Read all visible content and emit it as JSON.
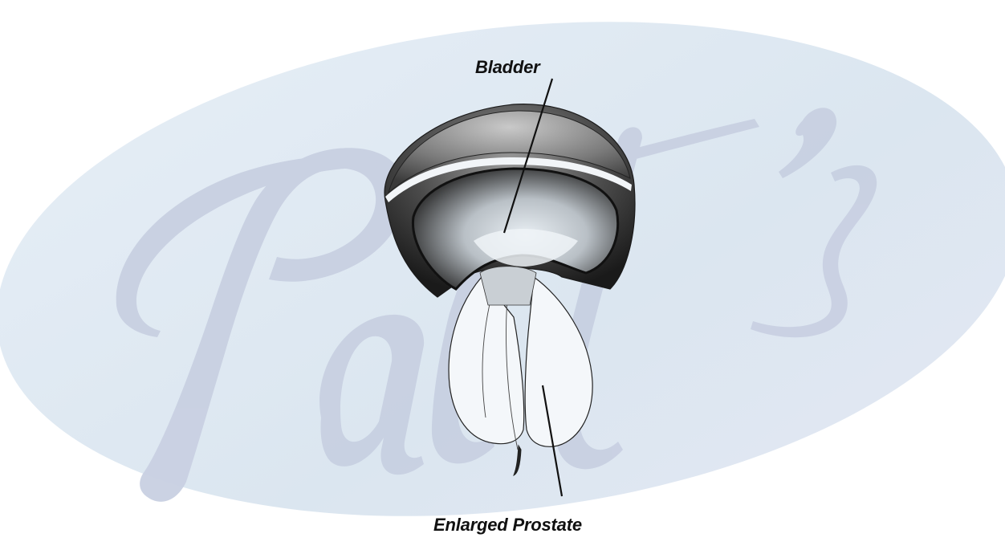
{
  "labels": {
    "bladder": "Bladder",
    "enlarged_prostate": "Enlarged Prostate"
  },
  "watermark": {
    "text": "Patt's"
  },
  "colors": {
    "background": "#ffffff",
    "oval_fill": "#dce6f0",
    "watermark_fill": "#c7cfe2",
    "ink": "#111111"
  },
  "icons": {
    "bladder_illustration": "bladder-prostate-anatomy-icon"
  }
}
